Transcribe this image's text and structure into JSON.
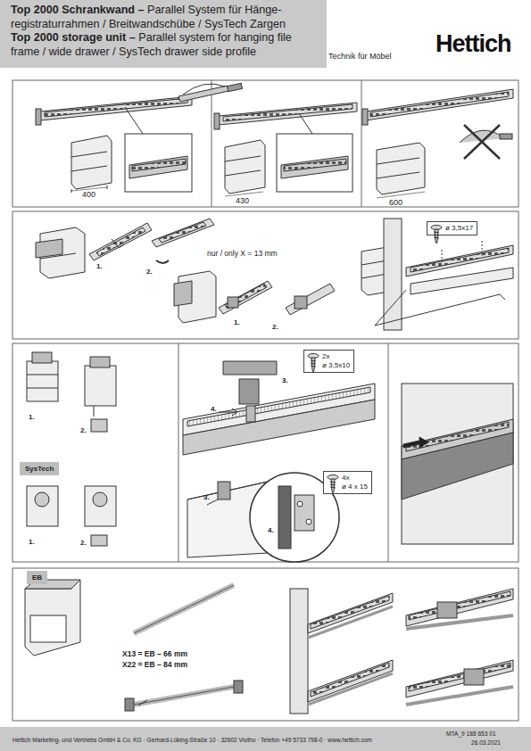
{
  "diagram": {
    "nodes": [
      {
        "text": [
          "Top 2000 Schrankwand –",
          "Parallel System für Hänge- registraturrahmen / Breitwandschübe / SysTech Zargen",
          "Top 2000 storage unit –",
          "Parallel system for hanging file frame / wide drawer / SysTech drawer side profile"
        ]
      },
      {
        "text": [
          "ø 3,5x17"
        ]
      },
      {
        "text": [
          "2x",
          "ø 3,5x10"
        ]
      },
      {
        "text": [
          "SysTech"
        ]
      },
      {
        "text": [
          "4x",
          "ø 4 x 15"
        ]
      },
      {
        "text": [
          "EB"
        ]
      },
      {
        "text": [
          "Hettich Marketing- und Vertriebs GmbH & Co. KG · Gerhard-Lüking-Straße 10 · 32602 Vlotho · Telefon +49 5733 798-0 · www.hettich.com",
          "MTA_9 188 653 01",
          "26.03.2021"
        ]
      }
    ],
    "labels": [
      "Technik für Möbel",
      "Hettich",
      "400",
      "430",
      "600",
      "1.",
      "2.",
      "nur / only X = 13 mm",
      "1.",
      "2.",
      "1.",
      "2.",
      "3.",
      "4.",
      "1.",
      "2.",
      "3.",
      "4.",
      "X13 = EB – 66 mm",
      "X22 = EB – 84 mm"
    ]
  }
}
